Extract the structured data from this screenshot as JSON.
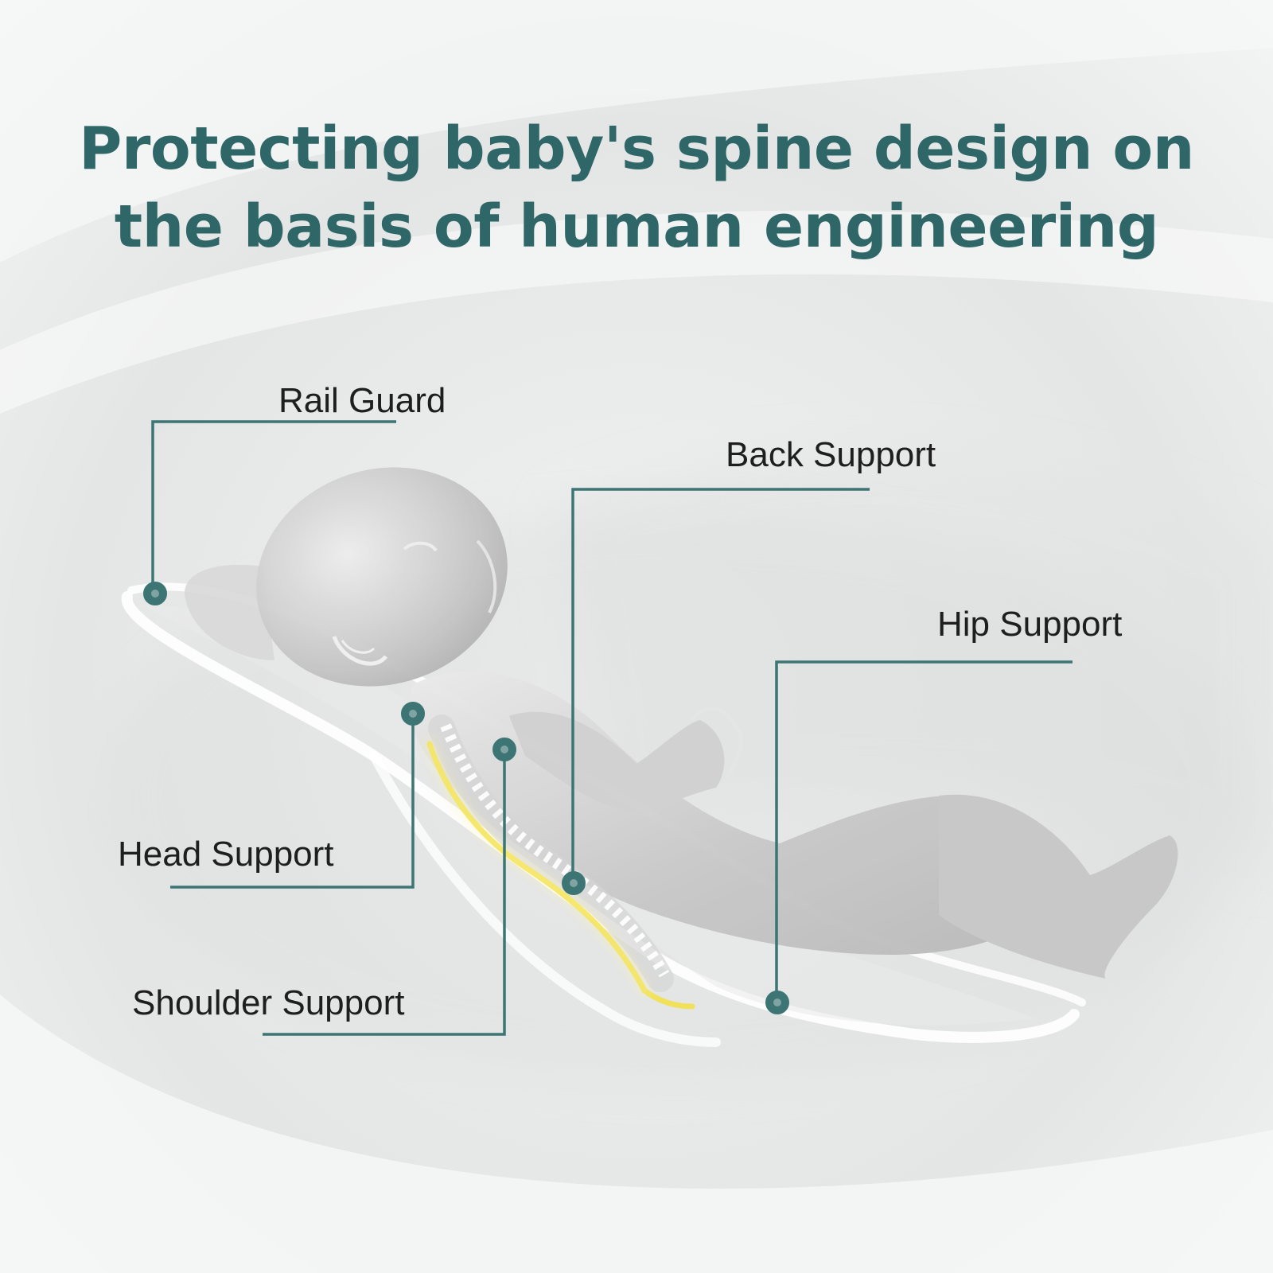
{
  "title": {
    "line1": "Protecting baby's spine design on",
    "line2": "the basis of human engineering"
  },
  "callouts": {
    "rail_guard": "Rail Guard",
    "back_support": "Back Support",
    "hip_support": "Hip Support",
    "head_support": "Head Support",
    "shoulder_support": "Shoulder Support"
  },
  "colors": {
    "accent": "#2f6768",
    "leader_line": "#3d7574",
    "spine_highlight": "#f2e04a",
    "background": "#eceeee"
  },
  "illustration": "translucent-baby-in-bouncer-seat-with-spine"
}
